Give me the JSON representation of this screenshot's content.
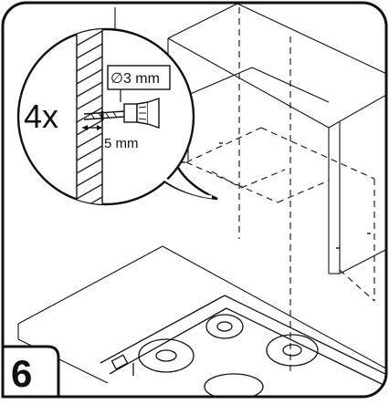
{
  "callout": {
    "quantity": "4x",
    "drill_diameter": "∅3 mm",
    "depth": "5 mm"
  },
  "step": {
    "number": "6"
  },
  "colors": {
    "stroke": "#111111",
    "background": "#ffffff",
    "hatch": "#222222"
  }
}
